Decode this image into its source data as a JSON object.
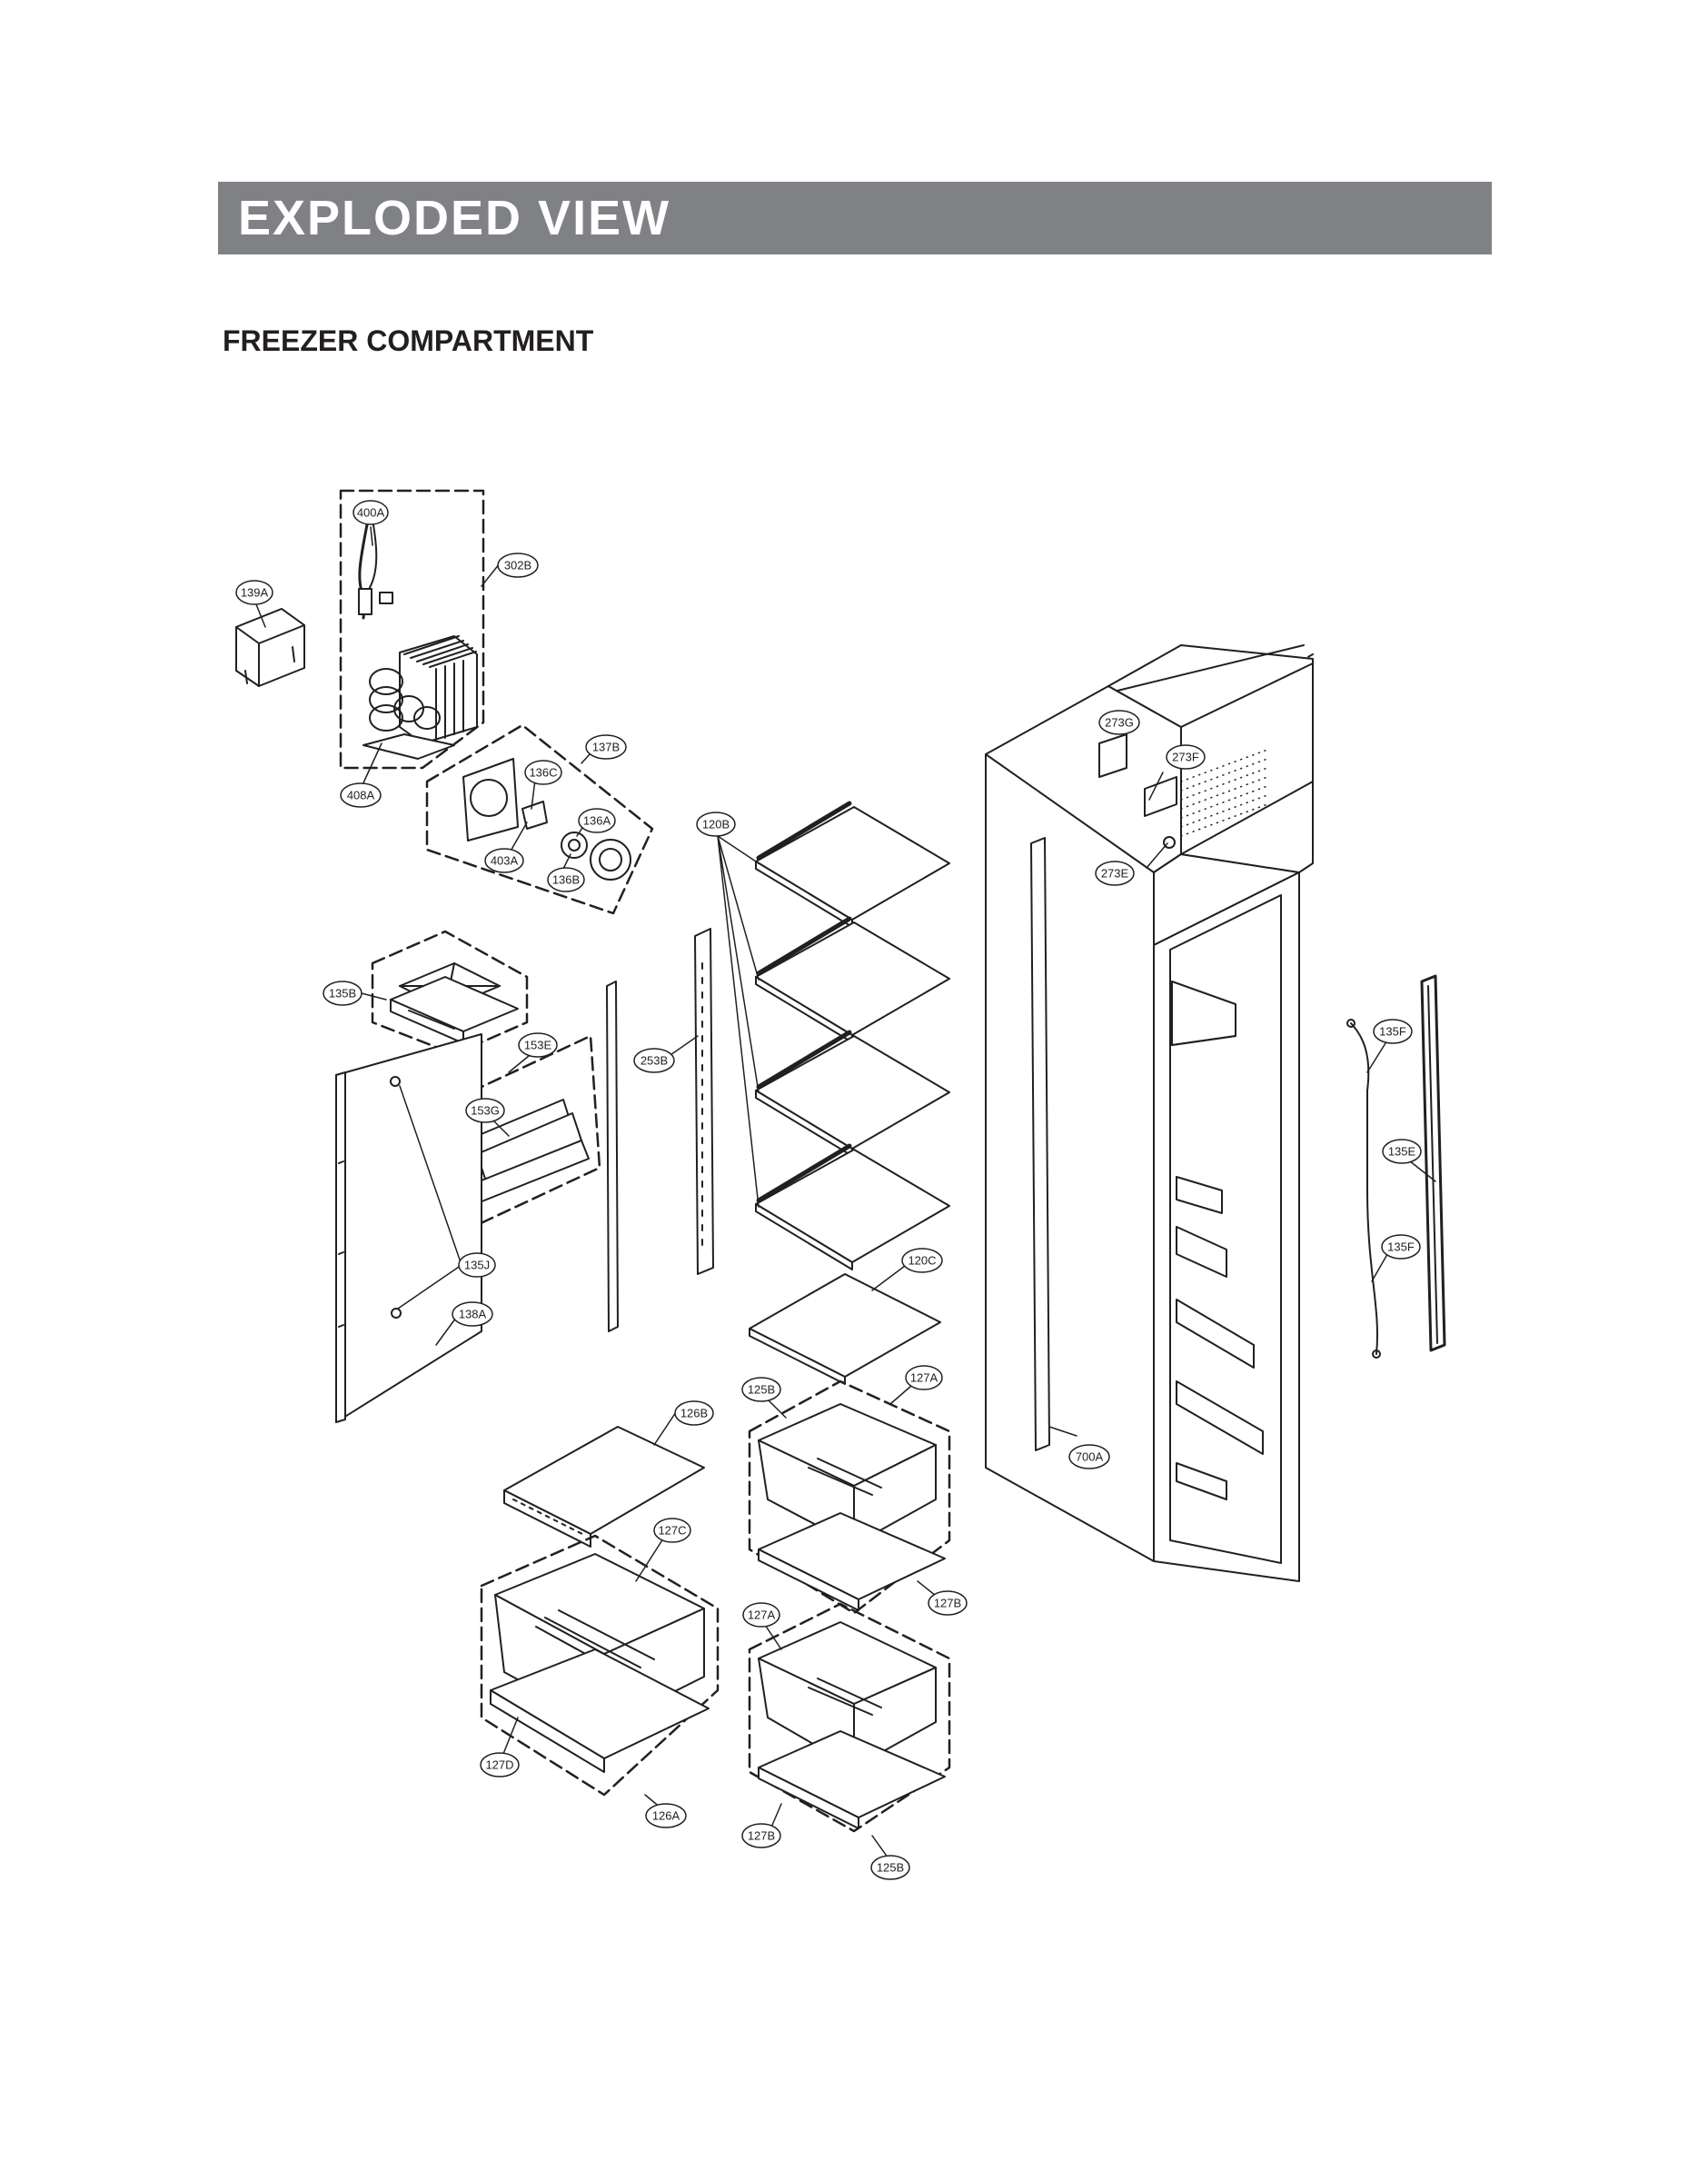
{
  "header": {
    "title": "EXPLODED VIEW"
  },
  "section": {
    "title": "FREEZER COMPARTMENT"
  },
  "callouts": [
    {
      "id": "c-400a",
      "label": "400A"
    },
    {
      "id": "c-302b",
      "label": "302B"
    },
    {
      "id": "c-139a",
      "label": "139A"
    },
    {
      "id": "c-408a",
      "label": "408A"
    },
    {
      "id": "c-137b",
      "label": "137B"
    },
    {
      "id": "c-136c",
      "label": "136C"
    },
    {
      "id": "c-136a",
      "label": "136A"
    },
    {
      "id": "c-403a",
      "label": "403A"
    },
    {
      "id": "c-136b",
      "label": "136B"
    },
    {
      "id": "c-120b",
      "label": "120B"
    },
    {
      "id": "c-273g",
      "label": "273G"
    },
    {
      "id": "c-273f",
      "label": "273F"
    },
    {
      "id": "c-273e",
      "label": "273E"
    },
    {
      "id": "c-135b",
      "label": "135B"
    },
    {
      "id": "c-153e",
      "label": "153E"
    },
    {
      "id": "c-153g",
      "label": "153G"
    },
    {
      "id": "c-253b",
      "label": "253B"
    },
    {
      "id": "c-135f-top",
      "label": "135F"
    },
    {
      "id": "c-135e",
      "label": "135E"
    },
    {
      "id": "c-135f-bottom",
      "label": "135F"
    },
    {
      "id": "c-135j",
      "label": "135J"
    },
    {
      "id": "c-138a",
      "label": "138A"
    },
    {
      "id": "c-120c",
      "label": "120C"
    },
    {
      "id": "c-125b-top",
      "label": "125B"
    },
    {
      "id": "c-127a-top",
      "label": "127A"
    },
    {
      "id": "c-126b",
      "label": "126B"
    },
    {
      "id": "c-700a",
      "label": "700A"
    },
    {
      "id": "c-127c",
      "label": "127C"
    },
    {
      "id": "c-127b-top",
      "label": "127B"
    },
    {
      "id": "c-127a-bottom",
      "label": "127A"
    },
    {
      "id": "c-127d",
      "label": "127D"
    },
    {
      "id": "c-126a",
      "label": "126A"
    },
    {
      "id": "c-127b-bottom",
      "label": "127B"
    },
    {
      "id": "c-125b-bottom",
      "label": "125B"
    }
  ]
}
